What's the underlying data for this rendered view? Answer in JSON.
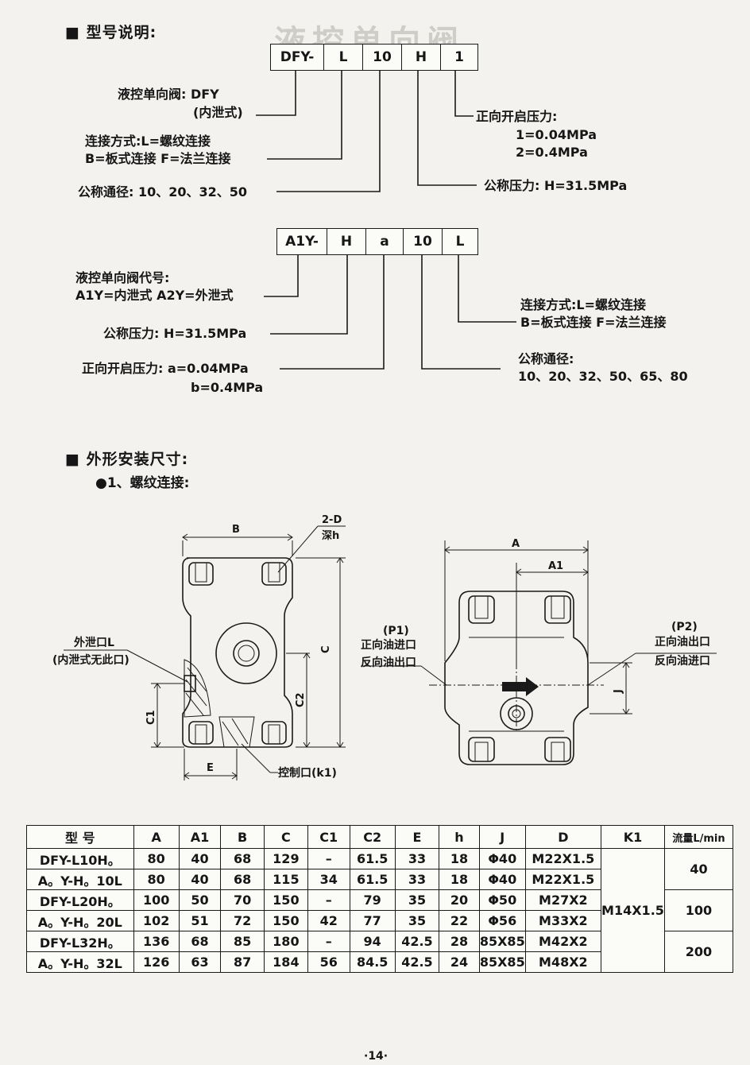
{
  "sections": {
    "model_title": "■ 型号说明:",
    "dimension_title": "■ 外形安装尺寸:",
    "thread_sub": "●1、螺纹连接:"
  },
  "code1": {
    "boxes": [
      "DFY-",
      "L",
      "10",
      "H",
      "1"
    ],
    "label_valve": "液控单向阀: DFY",
    "label_valve2": "(内泄式)",
    "label_conn": "连接方式:L=螺纹连接",
    "label_conn2": "B=板式连接   F=法兰连接",
    "label_dn": "公称通径: 10、20、32、50",
    "label_crack": "正向开启压力:",
    "label_crack1": "1=0.04MPa",
    "label_crack2": "2=0.4MPa",
    "label_press": "公称压力: H=31.5MPa"
  },
  "code2": {
    "boxes": [
      "A1Y-",
      "H",
      "a",
      "10",
      "L"
    ],
    "label_code": "液控单向阀代号:",
    "label_code2": "A1Y=内泄式  A2Y=外泄式",
    "label_press": "公称压力: H=31.5MPa",
    "label_crack": "正向开启压力: a=0.04MPa",
    "label_crack2": "b=0.4MPa",
    "label_conn": "连接方式:L=螺纹连接",
    "label_conn2": "B=板式连接    F=法兰连接",
    "label_dn": "公称通径:",
    "label_dn2": "10、20、32、50、65、80"
  },
  "drawing_left": {
    "dim_B": "B",
    "dim_C": "C",
    "dim_C1": "C1",
    "dim_C2": "C2",
    "dim_E": "E",
    "hole": "2-D",
    "depth": "深h",
    "drain": "外泄口L",
    "drain2": "(内泄式无此口)",
    "control": "控制口(k1)"
  },
  "drawing_right": {
    "dim_A": "A",
    "dim_A1": "A1",
    "dim_J": "J",
    "p1": "(P1)",
    "p1_a": "正向油进口",
    "p1_b": "反向油出口",
    "p2": "(P2)",
    "p2_a": "正向油出口",
    "p2_b": "反向油进口"
  },
  "table": {
    "headers": [
      "型 号",
      "A",
      "A1",
      "B",
      "C",
      "C1",
      "C2",
      "E",
      "h",
      "J",
      "D",
      "K1",
      "流量L/min"
    ],
    "rows": [
      [
        "DFY-L10H。",
        "80",
        "40",
        "68",
        "129",
        "–",
        "61.5",
        "33",
        "18",
        "Φ40",
        "M22X1.5"
      ],
      [
        "A。Y-H。10L",
        "80",
        "40",
        "68",
        "115",
        "34",
        "61.5",
        "33",
        "18",
        "Φ40",
        "M22X1.5"
      ],
      [
        "DFY-L20H。",
        "100",
        "50",
        "70",
        "150",
        "–",
        "79",
        "35",
        "20",
        "Φ50",
        "M27X2"
      ],
      [
        "A。Y-H。20L",
        "102",
        "51",
        "72",
        "150",
        "42",
        "77",
        "35",
        "22",
        "Φ56",
        "M33X2"
      ],
      [
        "DFY-L32H。",
        "136",
        "68",
        "85",
        "180",
        "–",
        "94",
        "42.5",
        "28",
        "85X85",
        "M42X2"
      ],
      [
        "A。Y-H。32L",
        "126",
        "63",
        "87",
        "184",
        "56",
        "84.5",
        "42.5",
        "24",
        "85X85",
        "M48X2"
      ]
    ],
    "k1": "M14X1.5",
    "flow": [
      "40",
      "100",
      "200"
    ]
  },
  "page_no": "·14·"
}
